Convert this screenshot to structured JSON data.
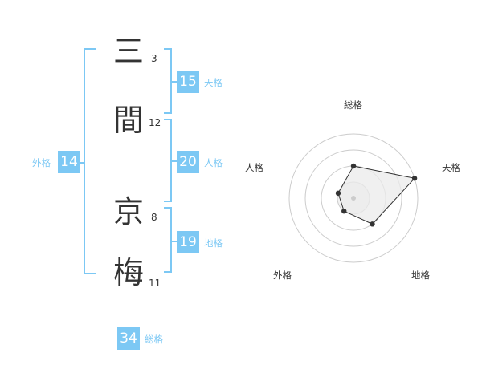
{
  "name": {
    "chars": [
      {
        "char": "三",
        "strokes": "3"
      },
      {
        "char": "間",
        "strokes": "12"
      },
      {
        "char": "京",
        "strokes": "8"
      },
      {
        "char": "梅",
        "strokes": "11"
      }
    ]
  },
  "fortune": {
    "tenkaku": {
      "value": "15",
      "label": "天格"
    },
    "jinkaku": {
      "value": "20",
      "label": "人格"
    },
    "chikaku": {
      "value": "19",
      "label": "地格"
    },
    "gaikaku": {
      "value": "14",
      "label": "外格"
    },
    "soukaku": {
      "value": "34",
      "label": "総格"
    }
  },
  "chart_data": {
    "type": "radar",
    "axes": [
      "総格",
      "天格",
      "地格",
      "外格",
      "人格"
    ],
    "rings": 4,
    "values": [
      0.5,
      1.0,
      0.5,
      0.25,
      0.25
    ],
    "colors": {
      "fill": "#ebebeb",
      "line": "#333333",
      "grid": "#cccccc"
    }
  }
}
